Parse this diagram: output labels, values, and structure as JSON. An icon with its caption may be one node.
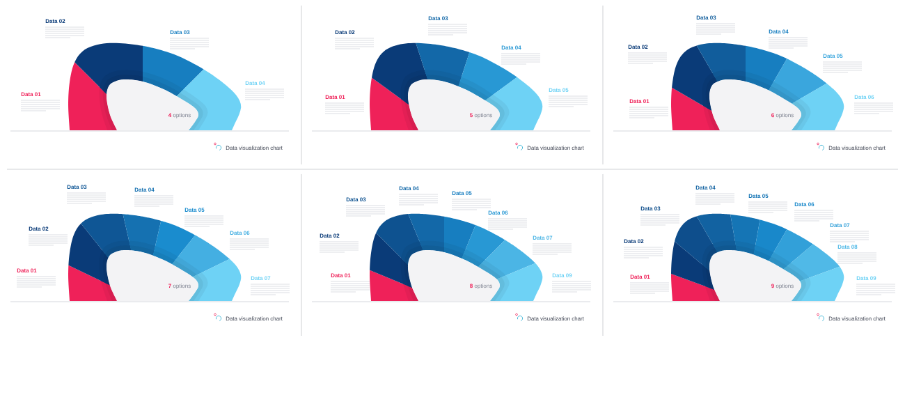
{
  "diagram": {
    "nodes": [
      {
        "text": [],
        "shape": "segment"
      },
      {
        "text": [],
        "shape": "segment"
      },
      {
        "text": [],
        "shape": "segment"
      },
      {
        "text": [],
        "shape": "segment"
      },
      {
        "text": [
          "**4** options"
        ]
      },
      {
        "text": [],
        "shape": "segment"
      },
      {
        "text": [],
        "shape": "segment"
      },
      {
        "text": [],
        "shape": "segment"
      },
      {
        "text": [],
        "shape": "segment"
      },
      {
        "text": [],
        "shape": "segment"
      },
      {
        "text": [
          "**5** options"
        ]
      },
      {
        "text": [],
        "shape": "segment"
      },
      {
        "text": [],
        "shape": "segment"
      },
      {
        "text": [],
        "shape": "segment"
      },
      {
        "text": [],
        "shape": "segment"
      },
      {
        "text": [],
        "shape": "segment"
      },
      {
        "text": [],
        "shape": "segment"
      },
      {
        "text": [
          "**6** options"
        ]
      },
      {
        "text": [],
        "shape": "segment"
      },
      {
        "text": [],
        "shape": "segment"
      },
      {
        "text": [],
        "shape": "segment"
      },
      {
        "text": [],
        "shape": "segment"
      },
      {
        "text": [],
        "shape": "segment"
      },
      {
        "text": [],
        "shape": "segment"
      },
      {
        "text": [],
        "shape": "segment"
      },
      {
        "text": [
          "**7** options"
        ]
      },
      {
        "text": [],
        "shape": "segment"
      },
      {
        "text": [],
        "shape": "segment"
      },
      {
        "text": [],
        "shape": "segment"
      },
      {
        "text": [],
        "shape": "segment"
      },
      {
        "text": [],
        "shape": "segment"
      },
      {
        "text": [],
        "shape": "segment"
      },
      {
        "text": [],
        "shape": "segment"
      },
      {
        "text": [],
        "shape": "segment"
      },
      {
        "text": [
          "**8** options"
        ]
      },
      {
        "text": [],
        "shape": "segment"
      },
      {
        "text": [],
        "shape": "segment"
      },
      {
        "text": [],
        "shape": "segment"
      },
      {
        "text": [],
        "shape": "segment"
      },
      {
        "text": [],
        "shape": "segment"
      },
      {
        "text": [],
        "shape": "segment"
      },
      {
        "text": [],
        "shape": "segment"
      },
      {
        "text": [],
        "shape": "segment"
      },
      {
        "text": [],
        "shape": "segment"
      },
      {
        "text": [
          "**9** options"
        ]
      }
    ],
    "labels": [
      "Data 01",
      "Data 02",
      "Data 03",
      "Data 04",
      "Data visualization chart",
      "Data 01",
      "Data 02",
      "Data 03",
      "Data 04",
      "Data 05",
      "Data visualization chart",
      "Data 01",
      "Data 02",
      "Data 03",
      "Data 04",
      "Data 05",
      "Data 06",
      "Data visualization chart",
      "Data 01",
      "Data 02",
      "Data 03",
      "Data 04",
      "Data 05",
      "Data 06",
      "Data 07",
      "Data visualization chart",
      "Data 01",
      "Data 02",
      "Data 03",
      "Data 04",
      "Data 05",
      "Data 06",
      "Data 07",
      "Data 09",
      "Data visualization chart",
      "Data 01",
      "Data 02",
      "Data 03",
      "Data 04",
      "Data 05",
      "Data 06",
      "Data 07",
      "Data 08",
      "Data 09",
      "Data visualization chart"
    ]
  }
}
